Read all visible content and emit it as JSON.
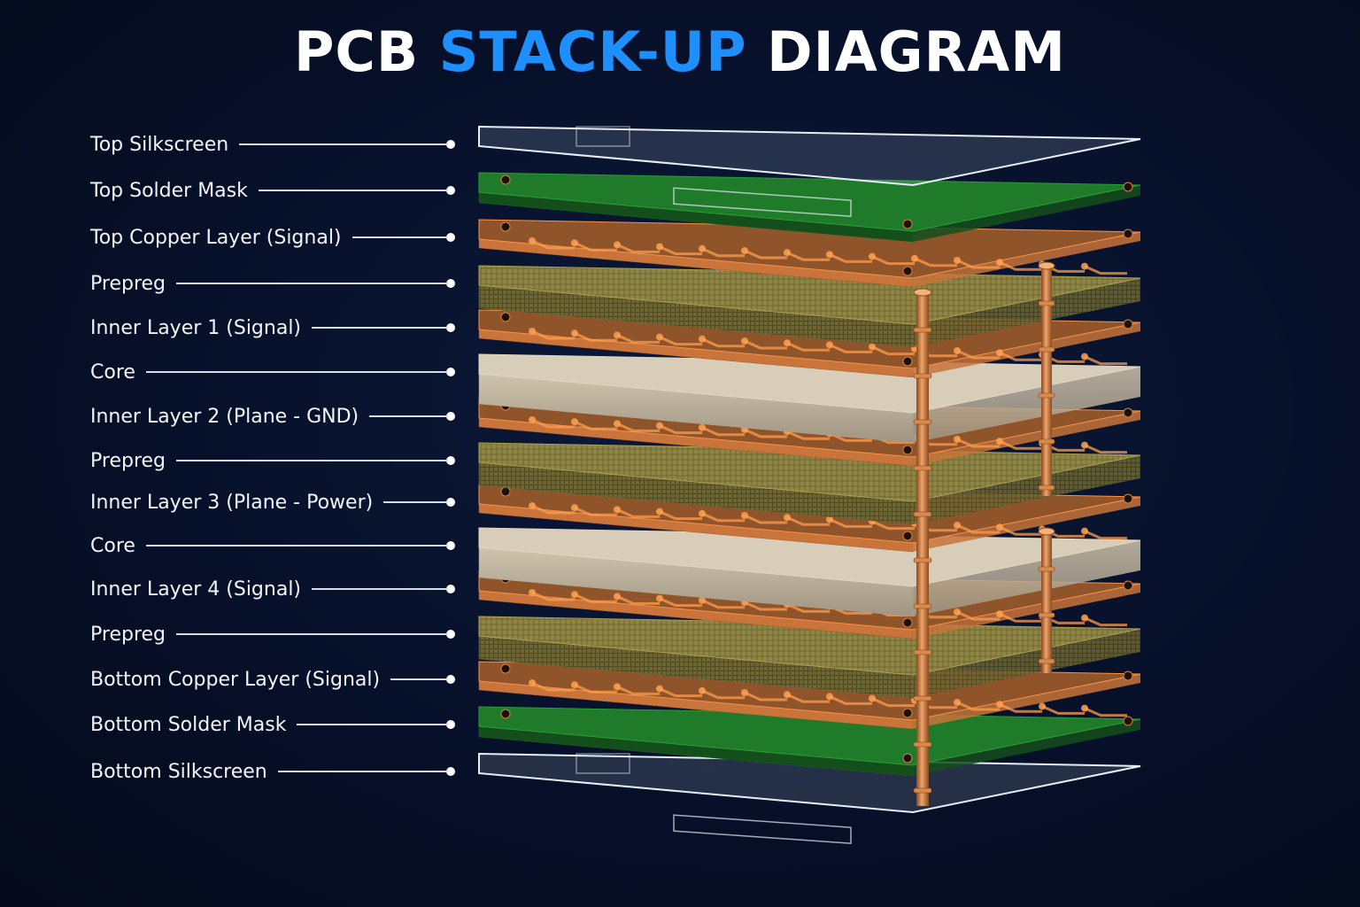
{
  "title": {
    "part1": "PCB ",
    "part2": "STACK-UP",
    "part3": " DIAGRAM"
  },
  "colors": {
    "accent": "#1e8fff",
    "copper": "#c8743a",
    "solder_mask": "#1f7a2a",
    "prepreg": "#8f8646",
    "core": "#d8cdb8",
    "silkscreen": "#e8eef5"
  },
  "layers": [
    {
      "label": "Top Silkscreen",
      "kind": "silkscreen"
    },
    {
      "label": "Top Solder Mask",
      "kind": "mask"
    },
    {
      "label": "Top Copper Layer (Signal)",
      "kind": "copper"
    },
    {
      "label": "Prepreg",
      "kind": "prepreg"
    },
    {
      "label": "Inner Layer 1 (Signal)",
      "kind": "copper"
    },
    {
      "label": "Core",
      "kind": "core"
    },
    {
      "label": "Inner Layer 2 (Plane - GND)",
      "kind": "copper"
    },
    {
      "label": "Prepreg",
      "kind": "prepreg"
    },
    {
      "label": "Inner Layer 3 (Plane - Power)",
      "kind": "copper"
    },
    {
      "label": "Core",
      "kind": "core"
    },
    {
      "label": "Inner Layer 4 (Signal)",
      "kind": "copper"
    },
    {
      "label": "Prepreg",
      "kind": "prepreg"
    },
    {
      "label": "Bottom Copper Layer (Signal)",
      "kind": "copper"
    },
    {
      "label": "Bottom Solder Mask",
      "kind": "mask"
    },
    {
      "label": "Bottom Silkscreen",
      "kind": "silkscreen"
    }
  ]
}
